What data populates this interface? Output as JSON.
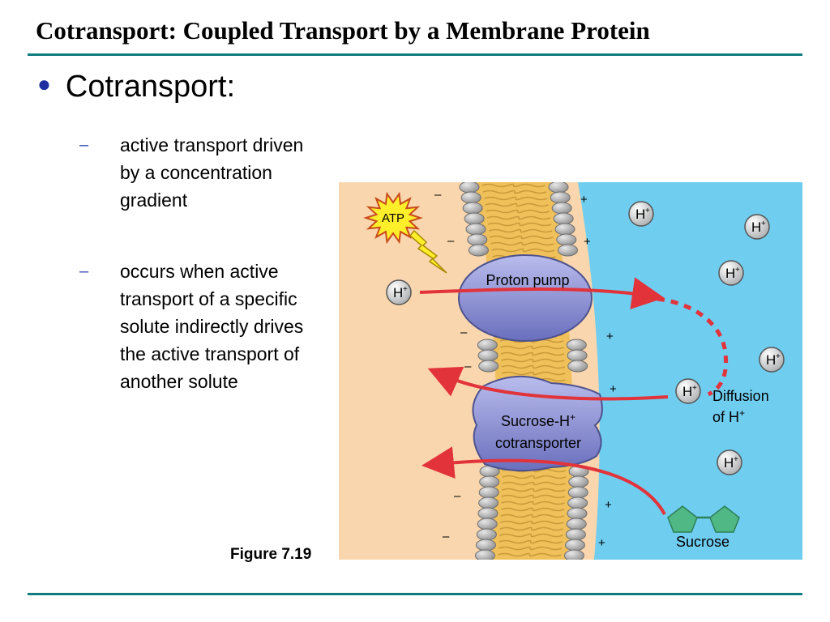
{
  "slide": {
    "title": "Cotransport: Coupled Transport by a Membrane Protein",
    "bullet": "Cotransport:",
    "sub_items": [
      {
        "dash": "–",
        "text": "active transport driven by a concentration gradient"
      },
      {
        "dash": "–",
        "text": "occurs when active transport of a specific solute indirectly drives the active transport of another solute"
      }
    ],
    "figure_label": "Figure 7.19"
  },
  "figure": {
    "atp": "ATP",
    "proton_pump": "Proton pump",
    "cotransporter_line1": "Sucrose-H",
    "cotransporter_line2": "cotransporter",
    "diffusion_line1": "Diffusion",
    "diffusion_line2": "of H",
    "sucrose": "Sucrose",
    "ion": "H",
    "ion_charge": "+",
    "minus": "–",
    "plus": "+"
  },
  "colors": {
    "title_rule": "#117c80",
    "bullet": "#1f2fa0",
    "cytoplasm": "#f9d6ad",
    "extracellular": "#6fcdf0",
    "protein": "#8d92d4",
    "arrow": "#e2333b",
    "sucrose": "#4fb884",
    "atp": "#ffef2a"
  }
}
